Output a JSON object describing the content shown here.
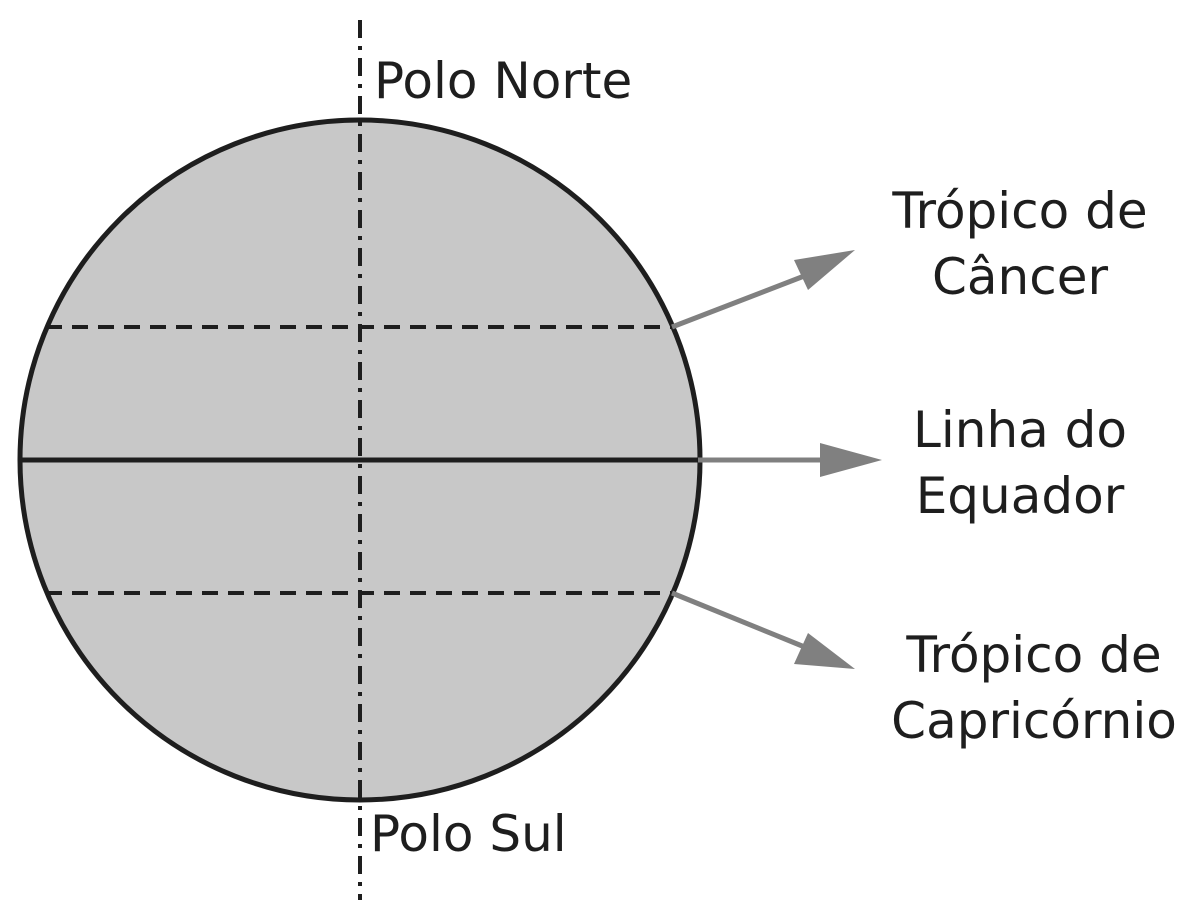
{
  "labels": {
    "north_pole": "Polo Norte",
    "south_pole": "Polo Sul",
    "cancer_line1": "Trópico de",
    "cancer_line2": "Câncer",
    "equator_line1": "Linha do",
    "equator_line2": "Equador",
    "capricorn_line1": "Trópico de",
    "capricorn_line2": "Capricórnio"
  },
  "colors": {
    "globe_fill": "#c8c8c8",
    "outline": "#1e1e1e",
    "arrow": "#808080",
    "text": "#1e1e1e"
  }
}
